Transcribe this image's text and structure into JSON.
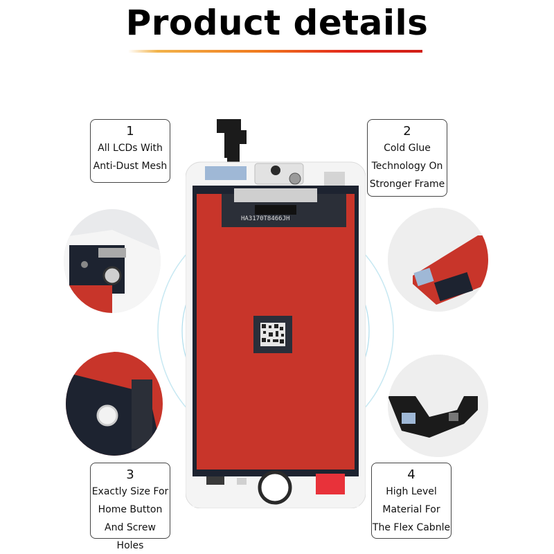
{
  "title": "Product details",
  "colors": {
    "panel_red": "#c8352a",
    "frame_white": "#f4f4f4",
    "dark": "#1d2330",
    "ring_blue": "#9ad4e8"
  },
  "callouts": [
    {
      "number": "1",
      "lines": [
        "All LCDs With",
        "Anti-Dust Mesh"
      ]
    },
    {
      "number": "2",
      "lines": [
        "Cold Glue",
        "Technology On",
        "Stronger Frame"
      ]
    },
    {
      "number": "3",
      "lines": [
        "Exactly Size For",
        "Home Button",
        "And Screw Holes"
      ]
    },
    {
      "number": "4",
      "lines": [
        "High Level",
        "Material For",
        "The Flex Cabnle"
      ]
    }
  ],
  "panel_label": "HA3170T8466JH"
}
